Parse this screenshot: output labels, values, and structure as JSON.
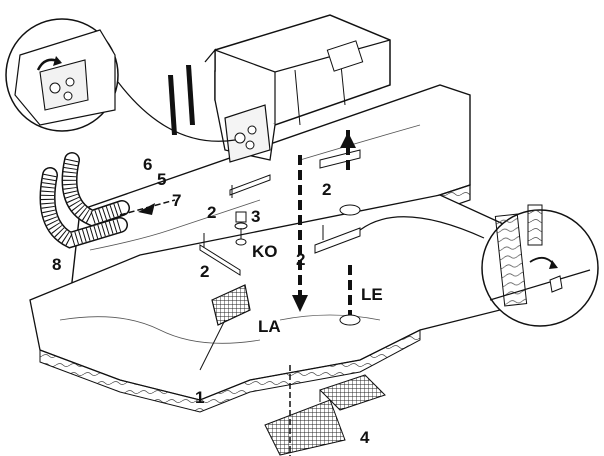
{
  "callouts": {
    "l1": "1",
    "l2a": "2",
    "l2b": "2",
    "l2c": "2",
    "l2d": "2",
    "l3": "3",
    "l4": "4",
    "l5": "5",
    "l6": "6",
    "l7": "7",
    "l8": "8",
    "ko": "KO",
    "la": "LA",
    "le": "LE"
  },
  "colors": {
    "line": "#1a1a1a",
    "shade": "#d8d8d8",
    "background": "#ffffff"
  }
}
